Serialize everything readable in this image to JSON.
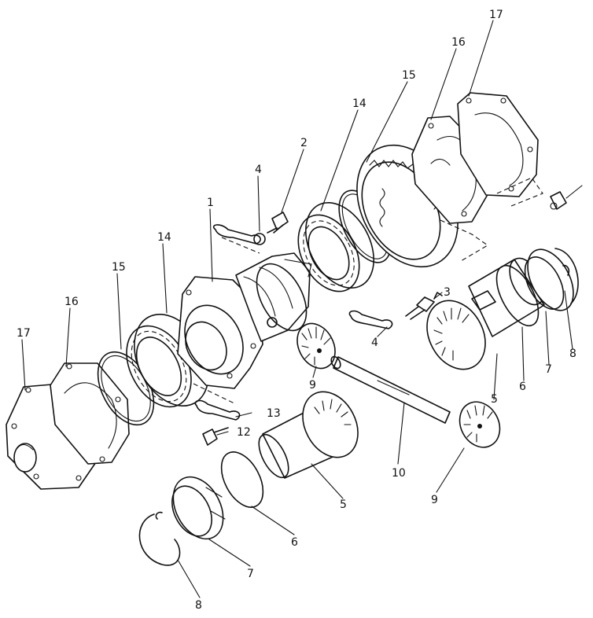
{
  "diagram": {
    "callouts": {
      "c1": "1",
      "c2": "2",
      "c3": "3",
      "c4a": "4",
      "c4b": "4",
      "c5a": "5",
      "c5b": "5",
      "c6a": "6",
      "c6b": "6",
      "c7a": "7",
      "c7b": "7",
      "c8a": "8",
      "c8b": "8",
      "c9a": "9",
      "c9b": "9",
      "c10": "10",
      "c12": "12",
      "c13": "13",
      "c14a": "14",
      "c14b": "14",
      "c15a": "15",
      "c15b": "15",
      "c16a": "16",
      "c16b": "16",
      "c17a": "17",
      "c17b": "17"
    }
  }
}
